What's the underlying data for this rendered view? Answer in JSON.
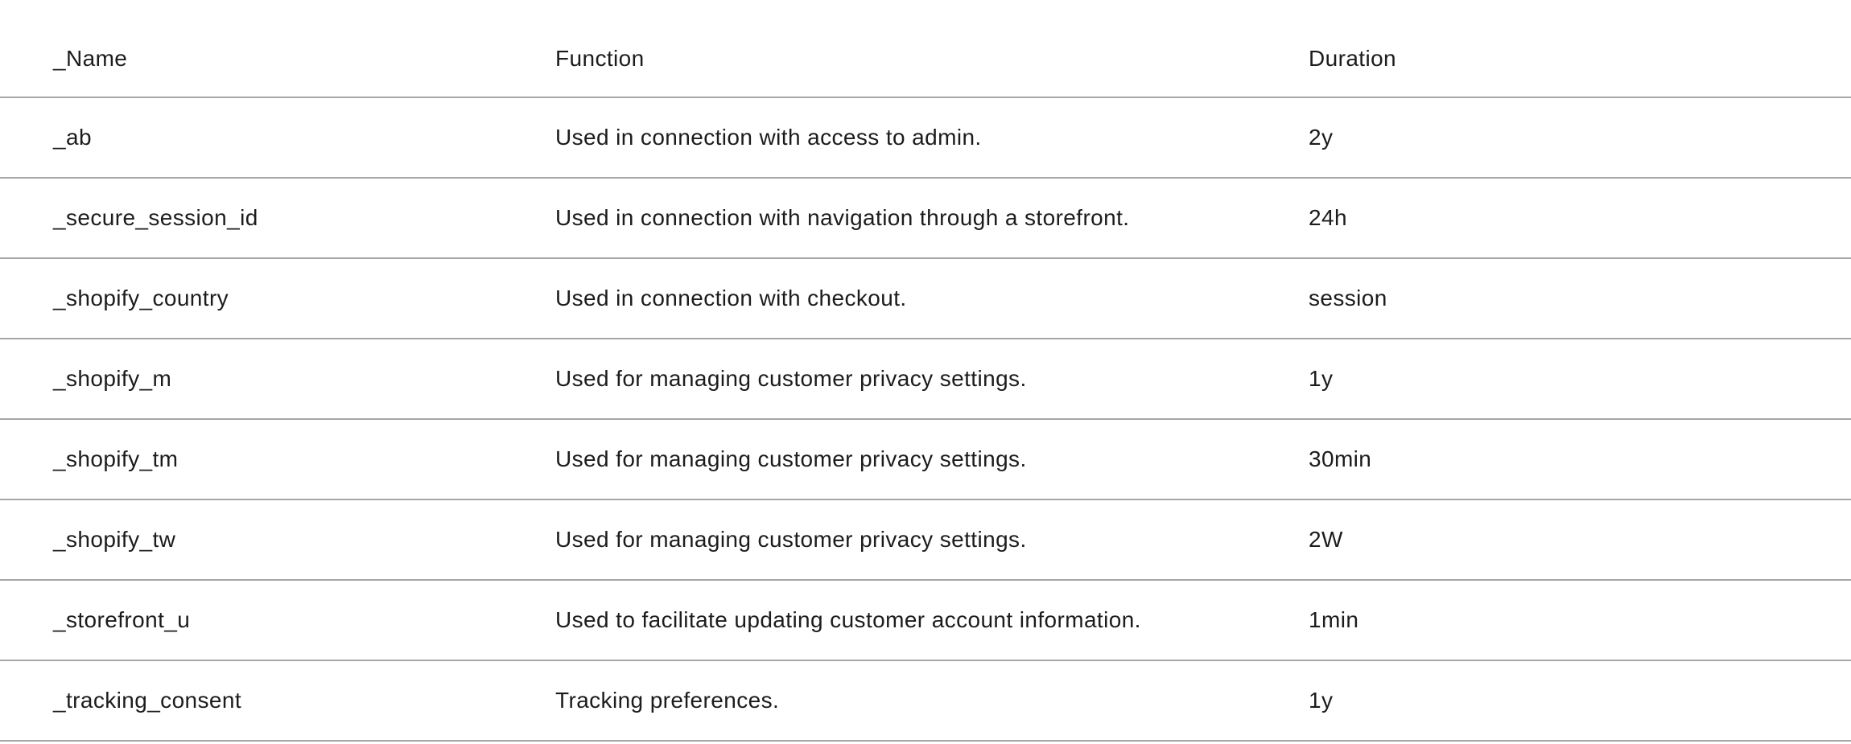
{
  "table": {
    "columns": {
      "name": "_Name",
      "function": "Function",
      "duration": "Duration"
    },
    "rows": [
      {
        "name": "_ab",
        "function": "Used in connection with access to admin.",
        "duration": "2y"
      },
      {
        "name": "_secure_session_id",
        "function": "Used in connection with navigation through a storefront.",
        "duration": "24h"
      },
      {
        "name": "_shopify_country",
        "function": "Used in connection with checkout.",
        "duration": "session"
      },
      {
        "name": "_shopify_m",
        "function": "Used for managing customer privacy settings.",
        "duration": "1y"
      },
      {
        "name": "_shopify_tm",
        "function": "Used for managing customer privacy settings.",
        "duration": "30min"
      },
      {
        "name": "_shopify_tw",
        "function": "Used for managing customer privacy settings.",
        "duration": "2W"
      },
      {
        "name": "_storefront_u",
        "function": "Used to facilitate updating customer account information.",
        "duration": "1min"
      },
      {
        "name": "_tracking_consent",
        "function": "Tracking preferences.",
        "duration": "1y"
      }
    ],
    "colors": {
      "text": "#1c1c1c",
      "divider": "#a6a6a6",
      "background": "#ffffff"
    }
  }
}
